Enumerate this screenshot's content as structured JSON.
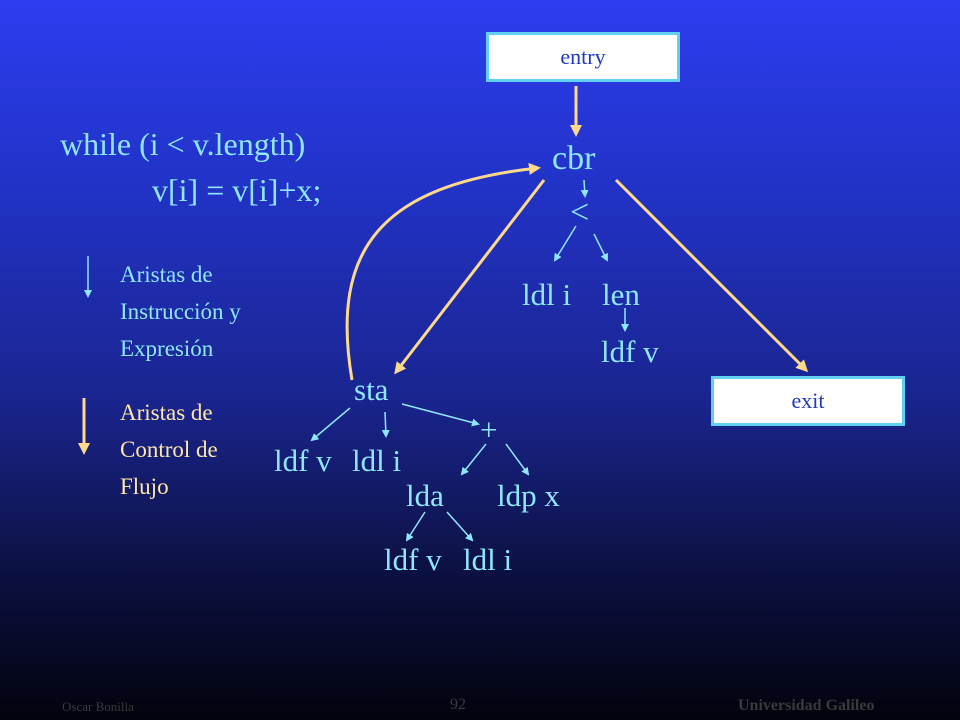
{
  "code": {
    "line1": "while (i < v.length)",
    "line2": "v[i] = v[i]+x;"
  },
  "nodes": {
    "entry": "entry",
    "exit": "exit",
    "cbr": "cbr",
    "lt": "<",
    "ldl_i_1": "ldl i",
    "len": "len",
    "ldf_v_1": "ldf v",
    "sta": "sta",
    "plus": "+",
    "ldf_v_2": "ldf v",
    "ldl_i_2": "ldl i",
    "lda": "lda",
    "ldp_x": "ldp x",
    "ldf_v_3": "ldf v",
    "ldl_i_3": "ldl i"
  },
  "legend": {
    "expr_line1": "Aristas de",
    "expr_line2": "Instrucción y",
    "expr_line3": "Expresión",
    "flow_line1": "Aristas de",
    "flow_line2": "Control de",
    "flow_line3": "Flujo"
  },
  "footer": {
    "author": "Oscar Bonilla",
    "page": "92",
    "org": "Universidad Galileo"
  },
  "colors": {
    "expression_edge": "#8fe7ff",
    "flow_edge": "#ffd98a",
    "text": "#8fe7ff",
    "box_border": "#5fd0f0"
  }
}
